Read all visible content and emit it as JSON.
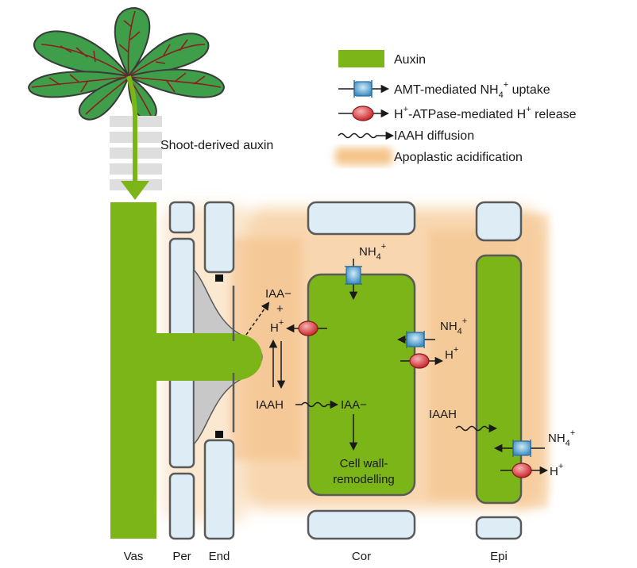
{
  "legend": {
    "auxin": "Auxin",
    "amt_prefix": "AMT-mediated NH",
    "amt_sub": "4",
    "amt_sup": "+",
    "amt_suffix": " uptake",
    "atpase_prefix": "H",
    "atpase_sup": "+",
    "atpase_suffix": "-ATPase-mediated H",
    "atpase_sup2": "+",
    "atpase_tail": " release",
    "iaah": "IAAH diffusion",
    "acid": "Apoplastic acidification"
  },
  "shoot_label": "Shoot-derived auxin",
  "tissues": {
    "vas": "Vas",
    "per": "Per",
    "end": "End",
    "cor": "Cor",
    "epi": "Epi"
  },
  "labels": {
    "nh": "NH",
    "sub4": "4",
    "plus": "+",
    "h": "H",
    "iaa_minus": "IAA−",
    "iaah": "IAAH",
    "cell_wall_1": "Cell wall-",
    "cell_wall_2": "remodelling"
  },
  "colors": {
    "auxin_green": "#7cb518",
    "cell_blue": "#deecf6",
    "outline": "#5a5a5a",
    "acid_orange": "#f4c48a",
    "transporter_blue": "#5ea9d6",
    "atpase_red": "#e0474c"
  }
}
